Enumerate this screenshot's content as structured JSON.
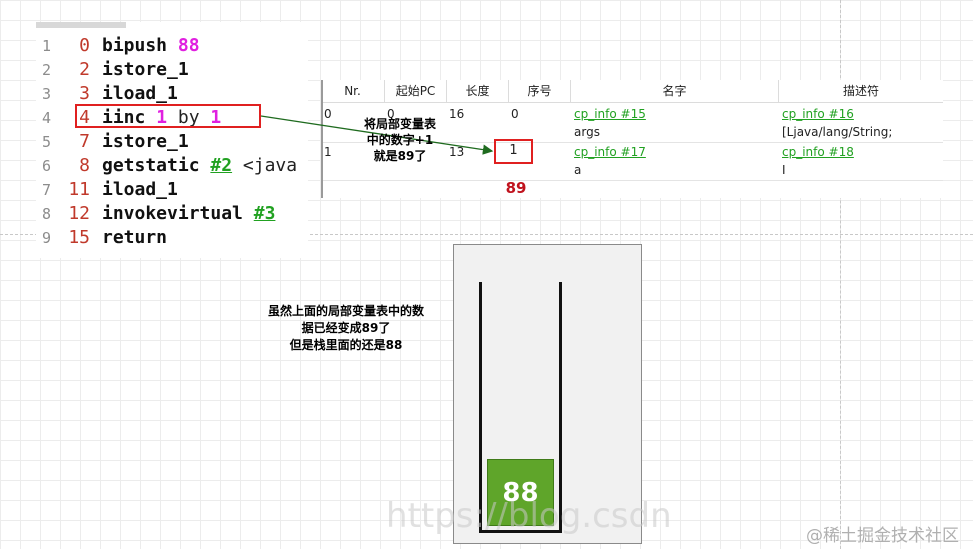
{
  "code": {
    "lines": [
      {
        "ln": "1",
        "offset": "0",
        "op": "bipush",
        "arg": "88"
      },
      {
        "ln": "2",
        "offset": "2",
        "op": "istore_1"
      },
      {
        "ln": "3",
        "offset": "3",
        "op": "iload_1"
      },
      {
        "ln": "4",
        "offset": "4",
        "op": "iinc",
        "arg": "1",
        "kw": "by",
        "arg2": "1"
      },
      {
        "ln": "5",
        "offset": "7",
        "op": "istore_1"
      },
      {
        "ln": "6",
        "offset": "8",
        "op": "getstatic",
        "ref": "#2",
        "rest": "<java"
      },
      {
        "ln": "7",
        "offset": "11",
        "op": "iload_1"
      },
      {
        "ln": "8",
        "offset": "12",
        "op": "invokevirtual",
        "ref": "#3"
      },
      {
        "ln": "9",
        "offset": "15",
        "op": "return"
      }
    ]
  },
  "local_var_table": {
    "headers": [
      "Nr.",
      "起始PC",
      "长度",
      "序号",
      "名字",
      "描述符"
    ],
    "rows": [
      {
        "nr": "0",
        "start_pc": "0",
        "length": "16",
        "index": "0",
        "name_ref": "cp_info #15",
        "name": "args",
        "desc_ref": "cp_info #16",
        "desc": "[Ljava/lang/String;"
      },
      {
        "nr": "1",
        "start_pc": "",
        "length": "13",
        "index": "1",
        "name_ref": "cp_info #17",
        "name": "a",
        "desc_ref": "cp_info #18",
        "desc": "I"
      }
    ],
    "new_value": "89"
  },
  "annotations": {
    "arrow_note": [
      "将局部变量表",
      "中的数字+1",
      "就是89了"
    ],
    "stack_note": [
      "虽然上面的局部变量表中的数",
      "据已经变成89了",
      "但是栈里面的还是88"
    ]
  },
  "stack": {
    "items": [
      "88"
    ]
  },
  "watermarks": {
    "url": "https://blog.csdn",
    "site": "@稀土掘金技术社区"
  },
  "colors": {
    "highlight": "#e02020",
    "stack_item": "#5fa52a",
    "link": "#21a121",
    "number": "#e020e0",
    "new_value": "#c0121d"
  }
}
